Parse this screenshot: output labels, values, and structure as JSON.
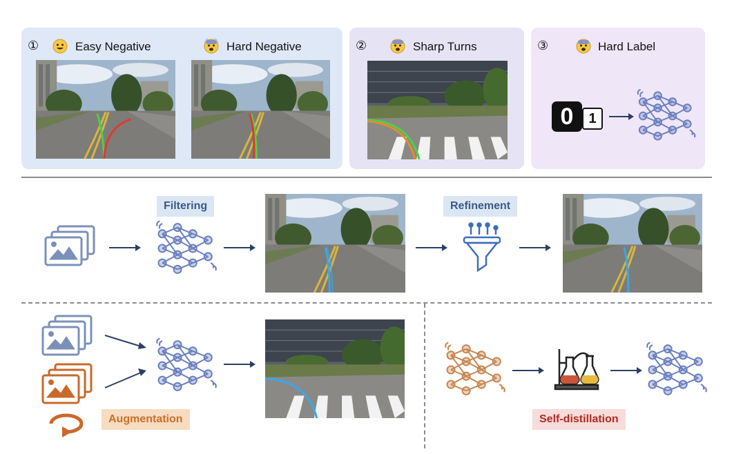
{
  "top": {
    "easy_negative": {
      "num": "①",
      "label": "Easy Negative"
    },
    "hard_negative": {
      "label": "Hard Negative"
    },
    "sharp_turns": {
      "num": "②",
      "label": "Sharp Turns"
    },
    "hard_label": {
      "num": "③",
      "label": "Hard Label",
      "digit_a": "0",
      "digit_b": "1"
    }
  },
  "pipeline": {
    "filtering": "Filtering",
    "refinement": "Refinement"
  },
  "bottom": {
    "augmentation": "Augmentation",
    "self_distillation": "Self-distillation"
  },
  "colors": {
    "panel_blue": "#dfe8f7",
    "panel_purple_1": "#e6e3f5",
    "panel_purple_2": "#efe6f8",
    "tag_blue_bg": "#dbe6f4",
    "tag_blue_text": "#3b5a86",
    "tag_orange_bg": "#f7dcc0",
    "tag_orange_text": "#c8702a",
    "tag_red_bg": "#f6dcda",
    "tag_red_text": "#b22b22",
    "net_blue": "#6a7fbf",
    "net_orange": "#c98650",
    "arrow": "#2c3e63"
  }
}
